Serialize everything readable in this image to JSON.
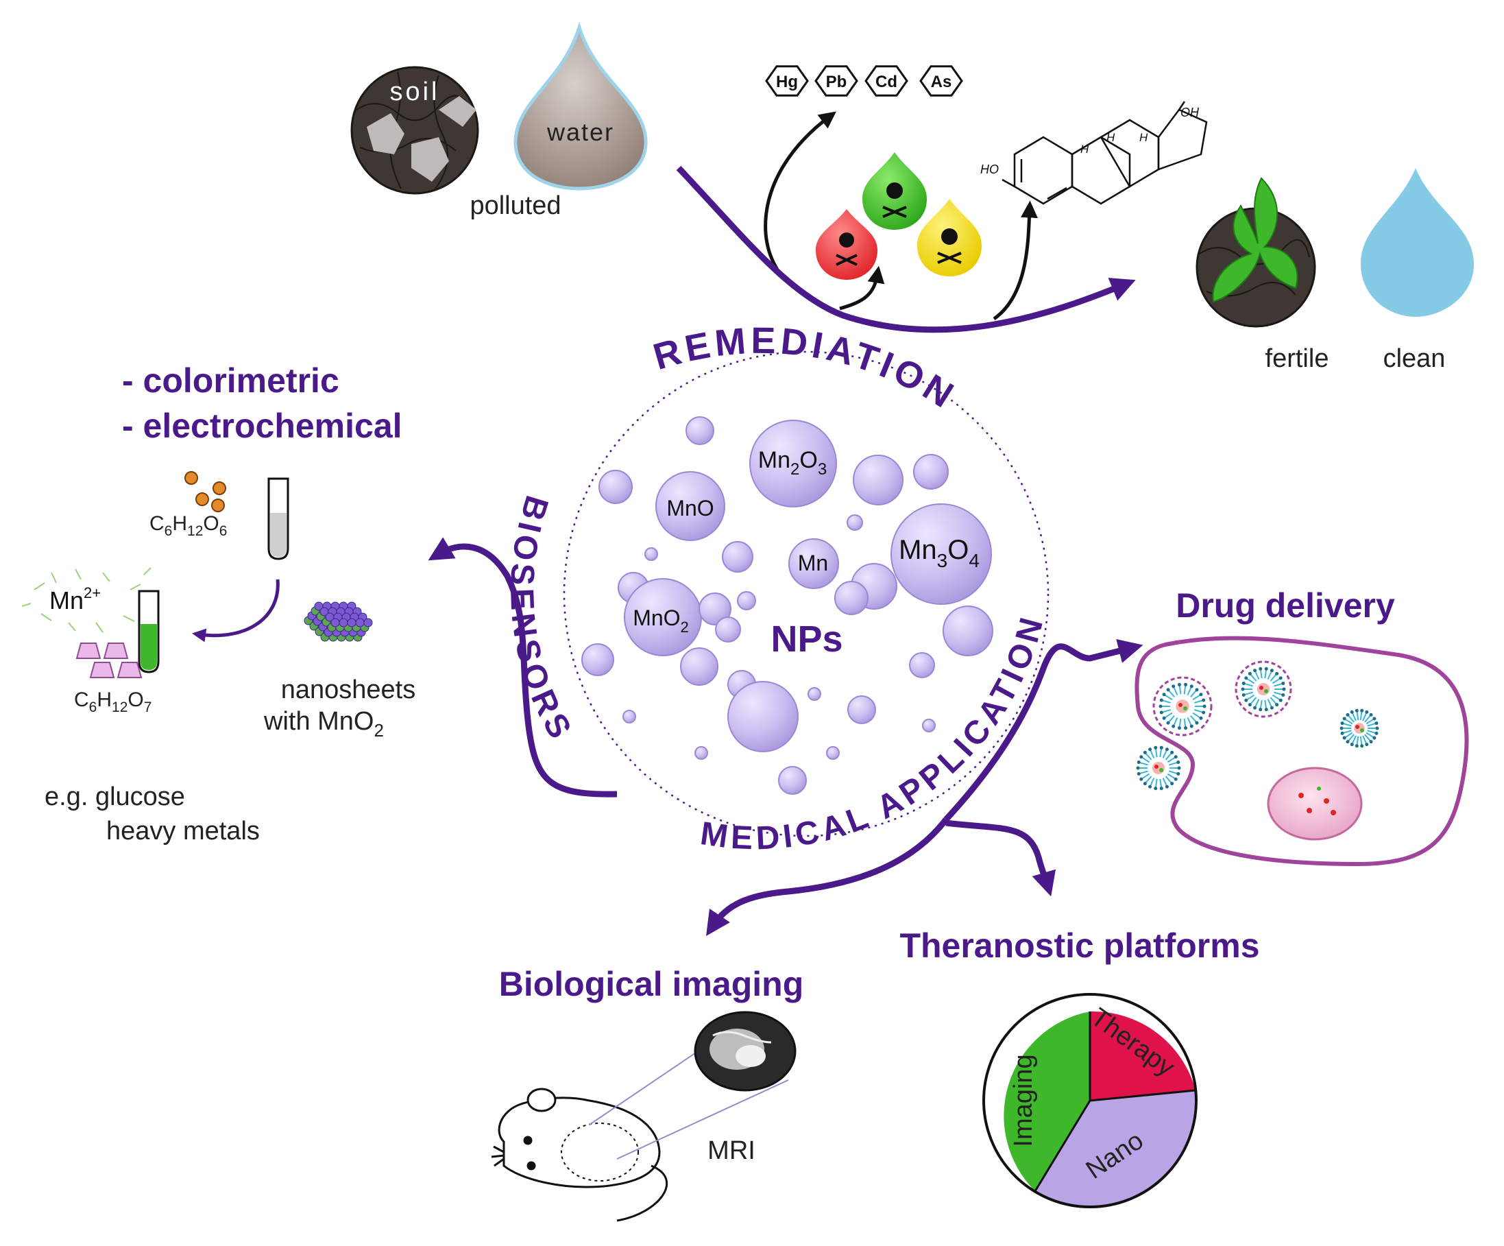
{
  "remediation": {
    "polluted_source": {
      "soil": "soil",
      "water": "water",
      "caption": "polluted"
    },
    "heavy_metals": [
      "Hg",
      "Pb",
      "Cd",
      "As"
    ],
    "molecule_labels": {
      "oh_top": "OH",
      "ho_left": "HO",
      "h1": "H",
      "h2": "H",
      "h3": "H"
    },
    "result": {
      "fertile": "fertile",
      "clean": "clean"
    }
  },
  "center": {
    "label": "NPs",
    "arc_remediation": "REMEDIATION",
    "arc_biosensors": "BIOSENSORS",
    "arc_medical": "MEDICAL APPLICATION",
    "oxides": [
      {
        "base": "Mn",
        "sub1": "2",
        "mid": "O",
        "sub2": "3"
      },
      {
        "base": "MnO",
        "sub1": "",
        "mid": "",
        "sub2": ""
      },
      {
        "base": "Mn",
        "sub1": "",
        "mid": "",
        "sub2": ""
      },
      {
        "base": "Mn",
        "sub1": "3",
        "mid": "O",
        "sub2": "4"
      },
      {
        "base": "MnO",
        "sub1": "2",
        "mid": "",
        "sub2": ""
      }
    ]
  },
  "biosensors": {
    "methods": [
      "- colorimetric",
      "- electrochemical"
    ],
    "glucose": {
      "c": "C",
      "n1": "6",
      "h": "H",
      "n2": "12",
      "o": "O",
      "n3": "6"
    },
    "gluconic": {
      "c": "C",
      "n1": "6",
      "h": "H",
      "n2": "12",
      "o": "O",
      "n3": "7"
    },
    "mn_ion": {
      "base": "Mn",
      "charge": "2+"
    },
    "nanosheets": {
      "line1": "nanosheets",
      "line2": "with  MnO",
      "sub": "2"
    },
    "examples": [
      "e.g. glucose",
      "heavy metals"
    ]
  },
  "medical": {
    "drug_delivery": "Drug delivery",
    "theranostic": "Theranostic platforms",
    "imaging": "Biological imaging",
    "mri": "MRI",
    "pie": {
      "imaging": "Imaging",
      "therapy": "Therapy",
      "nano": "Nano"
    }
  },
  "colors": {
    "purple": "#4b1a8a",
    "np_fill": "#c9bdf0",
    "np_stroke": "#9a88d4",
    "green": "#3fb72a",
    "red": "#e0124a",
    "lavender": "#b9a4e6",
    "clean_water": "#86cbe6",
    "soil": "#3e3733",
    "membrane": "#a0439a"
  }
}
